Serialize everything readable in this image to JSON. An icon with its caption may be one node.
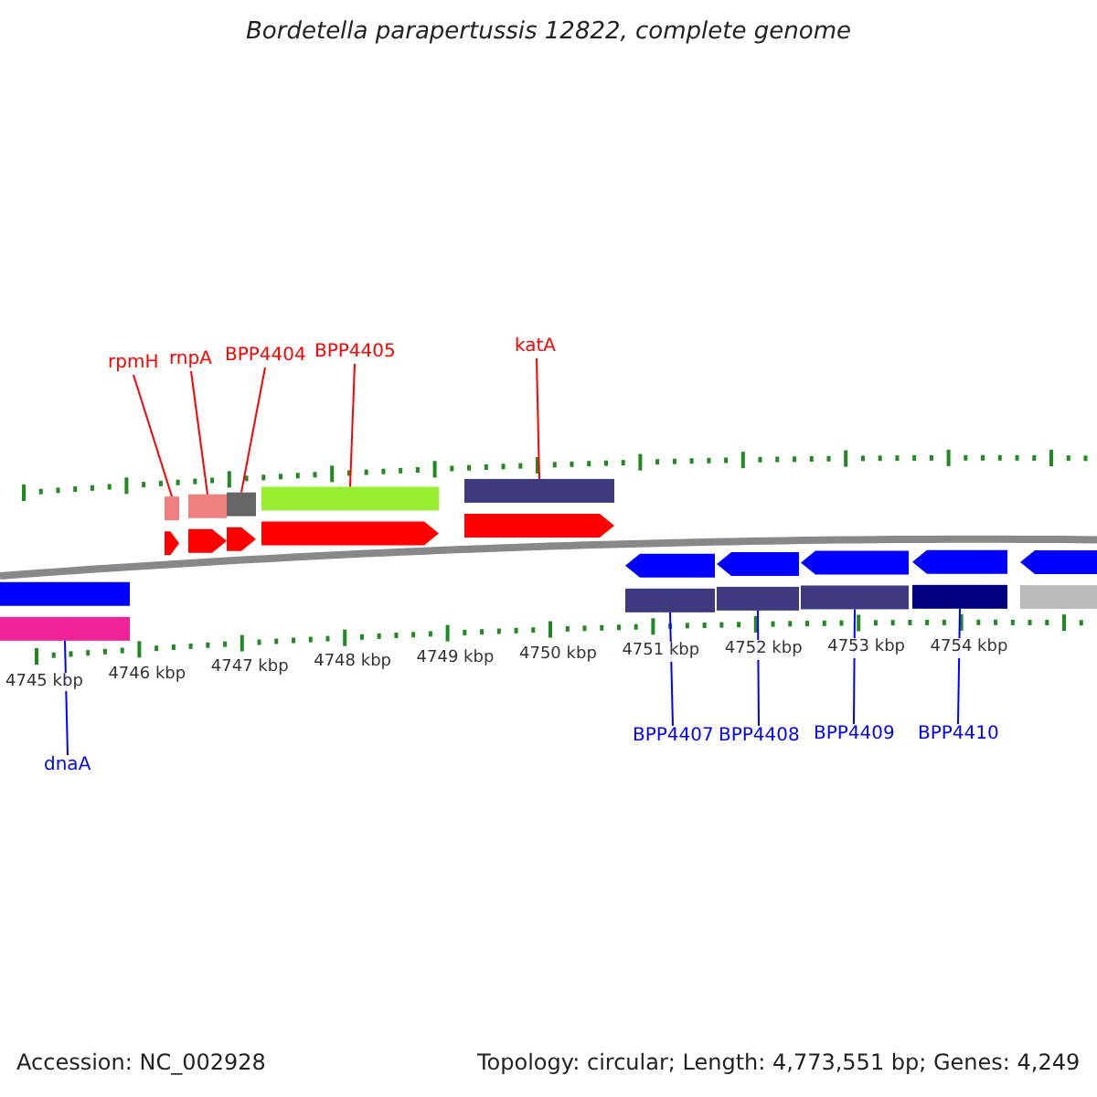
{
  "diagram": {
    "title": "Bordetella parapertussis 12822, complete genome",
    "nodes": [
      {
        "text": [
          "rpmH"
        ]
      },
      {
        "text": [
          "rnpA"
        ]
      },
      {
        "text": [
          "BPP4404"
        ]
      },
      {
        "text": [
          "BPP4405"
        ]
      },
      {
        "text": [
          "katA"
        ]
      },
      {
        "text": [
          "dnaA"
        ]
      },
      {
        "text": [
          "BPP4407"
        ]
      },
      {
        "text": [
          "BPP4408"
        ]
      },
      {
        "text": [
          "BPP4409"
        ]
      },
      {
        "text": [
          "BPP4410"
        ]
      },
      {
        "text": [],
        "shape": "bar"
      },
      {
        "text": [],
        "shape": "bar"
      },
      {
        "text": [],
        "shape": "bar"
      },
      {
        "text": [],
        "shape": "bar"
      },
      {
        "text": [],
        "shape": "bar"
      },
      {
        "text": [],
        "shape": "bar"
      },
      {
        "text": [],
        "shape": "bar"
      },
      {
        "text": [],
        "shape": "bar"
      },
      {
        "text": [],
        "shape": "bar"
      },
      {
        "text": [],
        "shape": "bar"
      },
      {
        "text": [],
        "shape": "bar"
      }
    ],
    "edges": [
      {
        "from": 0,
        "to": 10,
        "arrow": "none",
        "color": "#ff0000"
      },
      {
        "from": 1,
        "to": 11,
        "arrow": "none",
        "color": "#ff0000"
      },
      {
        "from": 2,
        "to": 12,
        "arrow": "none",
        "color": "#ff0000"
      },
      {
        "from": 3,
        "to": 13,
        "arrow": "none",
        "color": "#ff0000"
      },
      {
        "from": 4,
        "to": 14,
        "arrow": "none",
        "color": "#ff0000"
      },
      {
        "from": 5,
        "to": 15,
        "arrow": "none",
        "color": "#0000ff"
      },
      {
        "from": 6,
        "to": 16,
        "arrow": "none",
        "color": "#0000ff"
      },
      {
        "from": 7,
        "to": 17,
        "arrow": "none",
        "color": "#0000ff"
      },
      {
        "from": 8,
        "to": 18,
        "arrow": "none",
        "color": "#0000ff"
      },
      {
        "from": 9,
        "to": 19,
        "arrow": "none",
        "color": "#0000ff"
      }
    ],
    "labels": [
      "4745 kbp",
      "4746 kbp",
      "4747 kbp",
      "4748 kbp",
      "4749 kbp",
      "4750 kbp",
      "4751 kbp",
      "4752 kbp",
      "4753 kbp",
      "4754 kbp",
      "Accession: NC_002928",
      "Topology: circular; Length: 4,773,551 bp; Genes: 4,249"
    ]
  }
}
